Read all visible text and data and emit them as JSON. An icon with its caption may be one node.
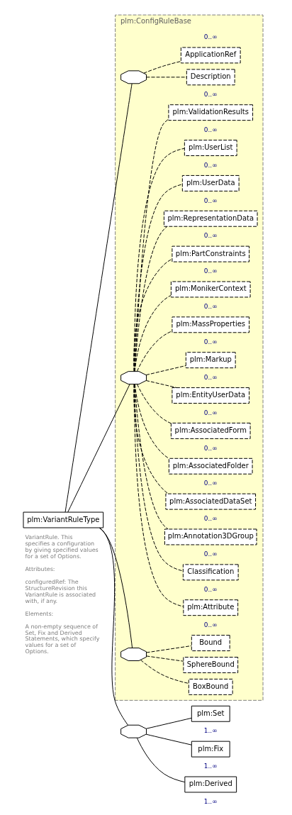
{
  "diagram": {
    "nodes": [
      {
        "text": [
          "plm:VariantRuleType"
        ],
        "beside": [
          "VariantRule. This specifies a configuration by giving specified values for a set of Options.",
          "Attributes:",
          "configuredRef: The StructureRevision this VariantRule is associated with, if any.",
          "Elements:",
          "A non-empty sequence of Set, Fix and Derived Statements, which specify values for a set of Options."
        ]
      },
      {
        "text": [
          "plm:ConfigRuleBase"
        ]
      },
      {
        "text": [],
        "shape": "octagon",
        "in": 1
      },
      {
        "text": [
          "Description"
        ],
        "in": 1
      },
      {
        "text": [
          "ApplicationRef"
        ],
        "in": 1,
        "beside": [
          "0..∞"
        ]
      },
      {
        "text": [],
        "shape": "octagon",
        "in": 1
      },
      {
        "text": [
          "plm:Attribute"
        ],
        "in": 1,
        "beside": [
          "0..∞"
        ]
      },
      {
        "text": [
          "Classification"
        ],
        "in": 1,
        "beside": [
          "0..∞"
        ]
      },
      {
        "text": [
          "plm:Annotation3DGroup"
        ],
        "in": 1,
        "beside": [
          "0..∞"
        ]
      },
      {
        "text": [
          "plm:AssociatedDataSet"
        ],
        "in": 1,
        "beside": [
          "0..∞"
        ]
      },
      {
        "text": [
          "plm:AssociatedFolder"
        ],
        "in": 1,
        "beside": [
          "0..∞"
        ]
      },
      {
        "text": [
          "plm:AssociatedForm"
        ],
        "in": 1,
        "beside": [
          "0..∞"
        ]
      },
      {
        "text": [
          "plm:EntityUserData"
        ],
        "in": 1,
        "beside": [
          "0..∞"
        ]
      },
      {
        "text": [
          "plm:Markup"
        ],
        "in": 1,
        "beside": [
          "0..∞"
        ]
      },
      {
        "text": [
          "plm:MassProperties"
        ],
        "in": 1,
        "beside": [
          "0..∞"
        ]
      },
      {
        "text": [
          "plm:MonikerContext"
        ],
        "in": 1,
        "beside": [
          "0..∞"
        ]
      },
      {
        "text": [
          "plm:PartConstraints"
        ],
        "in": 1,
        "beside": [
          "0..∞"
        ]
      },
      {
        "text": [
          "plm:RepresentationData"
        ],
        "in": 1,
        "beside": [
          "0..∞"
        ]
      },
      {
        "text": [
          "plm:UserData"
        ],
        "in": 1,
        "beside": [
          "0..∞"
        ]
      },
      {
        "text": [
          "plm:UserList"
        ],
        "in": 1,
        "beside": [
          "0..∞"
        ]
      },
      {
        "text": [
          "plm:ValidationResults"
        ],
        "in": 1,
        "beside": [
          "0..∞"
        ]
      },
      {
        "text": [],
        "shape": "octagon",
        "in": 1
      },
      {
        "text": [
          "BoxBound"
        ],
        "in": 1
      },
      {
        "text": [
          "SphereBound"
        ],
        "in": 1
      },
      {
        "text": [
          "Bound"
        ],
        "in": 1,
        "beside": [
          "0..∞"
        ]
      },
      {
        "text": [],
        "shape": "octagon"
      },
      {
        "text": [
          "plm:Set"
        ],
        "beside": [
          "1..∞"
        ]
      },
      {
        "text": [
          "plm:Fix"
        ],
        "beside": [
          "1..∞"
        ]
      },
      {
        "text": [
          "plm:Derived"
        ],
        "beside": [
          "1..∞"
        ]
      }
    ],
    "edges": [
      {
        "from": 0,
        "to": 2,
        "arrow": "none"
      },
      {
        "from": 0,
        "to": 5,
        "arrow": "none"
      },
      {
        "from": 0,
        "to": 21,
        "arrow": "none"
      },
      {
        "from": 0,
        "to": 25,
        "arrow": "none"
      },
      {
        "from": 2,
        "to": 3,
        "arrow": "none",
        "style": "dashed"
      },
      {
        "from": 2,
        "to": 4,
        "arrow": "none",
        "style": "dashed"
      },
      {
        "from": 5,
        "to": 6,
        "arrow": "none",
        "style": "dashed"
      },
      {
        "from": 5,
        "to": 7,
        "arrow": "none",
        "style": "dashed"
      },
      {
        "from": 5,
        "to": 8,
        "arrow": "none",
        "style": "dashed"
      },
      {
        "from": 5,
        "to": 9,
        "arrow": "none",
        "style": "dashed"
      },
      {
        "from": 5,
        "to": 10,
        "arrow": "none",
        "style": "dashed"
      },
      {
        "from": 5,
        "to": 11,
        "arrow": "none",
        "style": "dashed"
      },
      {
        "from": 5,
        "to": 12,
        "arrow": "none",
        "style": "dashed"
      },
      {
        "from": 5,
        "to": 13,
        "arrow": "none",
        "style": "dashed"
      },
      {
        "from": 5,
        "to": 14,
        "arrow": "none",
        "style": "dashed"
      },
      {
        "from": 5,
        "to": 15,
        "arrow": "none",
        "style": "dashed"
      },
      {
        "from": 5,
        "to": 16,
        "arrow": "none",
        "style": "dashed"
      },
      {
        "from": 5,
        "to": 17,
        "arrow": "none",
        "style": "dashed"
      },
      {
        "from": 5,
        "to": 18,
        "arrow": "none",
        "style": "dashed"
      },
      {
        "from": 5,
        "to": 19,
        "arrow": "none",
        "style": "dashed"
      },
      {
        "from": 5,
        "to": 20,
        "arrow": "none",
        "style": "dashed"
      },
      {
        "from": 21,
        "to": 22,
        "arrow": "none",
        "style": "dashed"
      },
      {
        "from": 21,
        "to": 23,
        "arrow": "none",
        "style": "dashed"
      },
      {
        "from": 21,
        "to": 24,
        "arrow": "none",
        "style": "dashed"
      },
      {
        "from": 25,
        "to": 26,
        "arrow": "none"
      },
      {
        "from": 25,
        "to": 27,
        "arrow": "none"
      },
      {
        "from": 25,
        "to": 28,
        "arrow": "none"
      }
    ]
  }
}
